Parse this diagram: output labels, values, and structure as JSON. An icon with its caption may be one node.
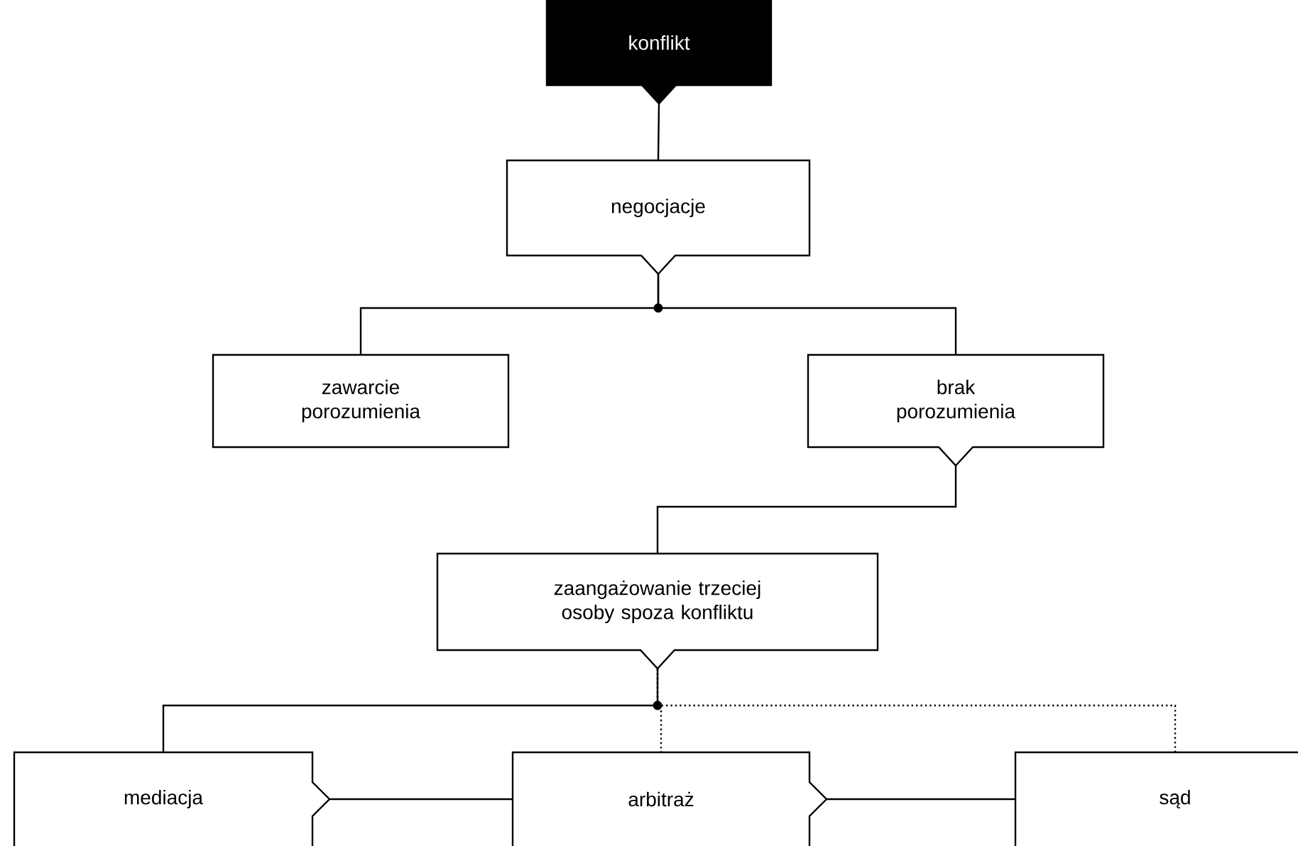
{
  "diagram": {
    "nodes": [
      {
        "text": [
          "konflikt"
        ]
      },
      {
        "text": [
          "negocjacje"
        ]
      },
      {
        "text": [
          "zawarcie porozumienia"
        ]
      },
      {
        "text": [
          "brak porozumienia"
        ]
      },
      {
        "text": [
          "zaangażowanie trzeciej osoby spoza konfliktu"
        ]
      },
      {
        "text": [
          "mediacja"
        ]
      },
      {
        "text": [
          "arbitraż"
        ]
      },
      {
        "text": [
          "sąd"
        ]
      }
    ],
    "edges": [
      {
        "from": 0,
        "to": 1,
        "arrow": "none"
      },
      {
        "from": 1,
        "to": 2,
        "arrow": "none"
      },
      {
        "from": 1,
        "to": 3,
        "arrow": "none"
      },
      {
        "from": 3,
        "to": 4,
        "arrow": "none"
      },
      {
        "from": 4,
        "to": 5,
        "arrow": "none"
      },
      {
        "from": 4,
        "to": 6,
        "arrow": "none",
        "style": "dashed"
      },
      {
        "from": 4,
        "to": 7,
        "arrow": "none",
        "style": "dashed"
      },
      {
        "from": 5,
        "to": 6,
        "arrow": "none"
      },
      {
        "from": 6,
        "to": 7,
        "arrow": "none"
      }
    ]
  }
}
